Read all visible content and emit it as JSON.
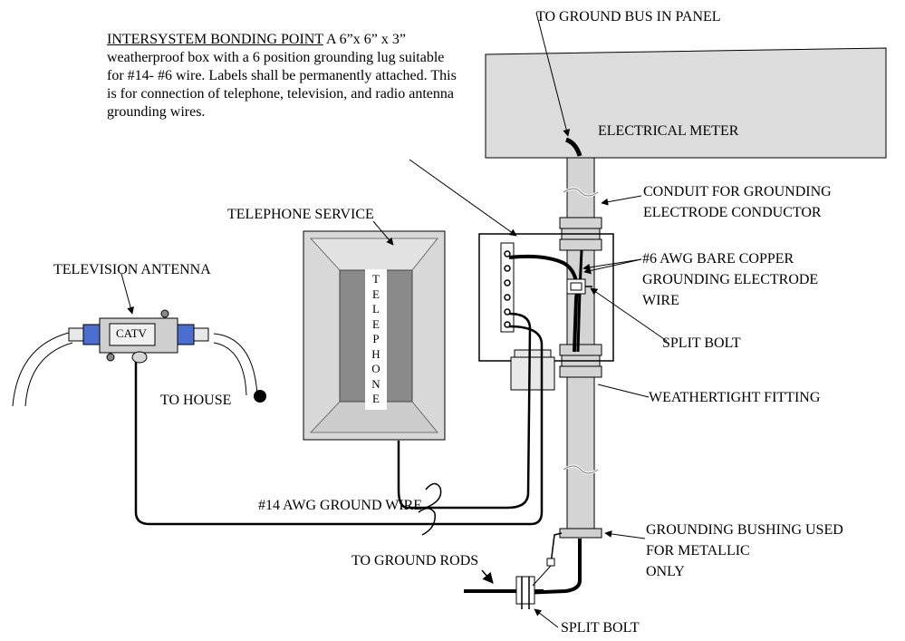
{
  "labels": {
    "ground_bus": "TO GROUND BUS IN PANEL",
    "intersystem_title": "INTERSYSTEM BONDING POINT",
    "intersystem_body": " A 6”x 6” x 3” weatherproof box with a 6 position grounding lug suitable for #14- #6 wire. Labels shall be permanently attached. This is for connection of telephone, television, and radio antenna grounding wires.",
    "electrical_meter": "ELECTRICAL METER",
    "conduit_line1": "CONDUIT FOR GROUNDING",
    "conduit_line2": "ELECTRODE CONDUCTOR",
    "telephone_service": "TELEPHONE SERVICE",
    "television_antenna": "TELEVISION ANTENNA",
    "awg6_line1": "#6 AWG BARE COPPER",
    "awg6_line2": "GROUNDING ELECTRODE",
    "awg6_line3": "WIRE",
    "catv": "CATV",
    "telephone_vertical": [
      "T",
      "E",
      "L",
      "E",
      "P",
      "H",
      "O",
      "N",
      "E"
    ],
    "split_bolt_upper": "SPLIT BOLT",
    "to_house": "TO HOUSE",
    "weathertight": "WEATHERTIGHT FITTING",
    "awg14": "#14 AWG GROUND WIRE",
    "grounding_bushing_line1": "GROUNDING BUSHING USED",
    "grounding_bushing_line2": "FOR METALLIC",
    "grounding_bushing_line3": "ONLY",
    "to_ground_rods": "TO GROUND RODS",
    "split_bolt_lower": "SPLIT BOLT"
  },
  "colors": {
    "meter_fill": "#dcdcdc",
    "conduit_fill": "#d4d4d4",
    "phone_outer": "#d8d8d8",
    "phone_inner": "#8a8a8a",
    "connector_blue": "#4a6fd0",
    "wire": "#000000"
  }
}
